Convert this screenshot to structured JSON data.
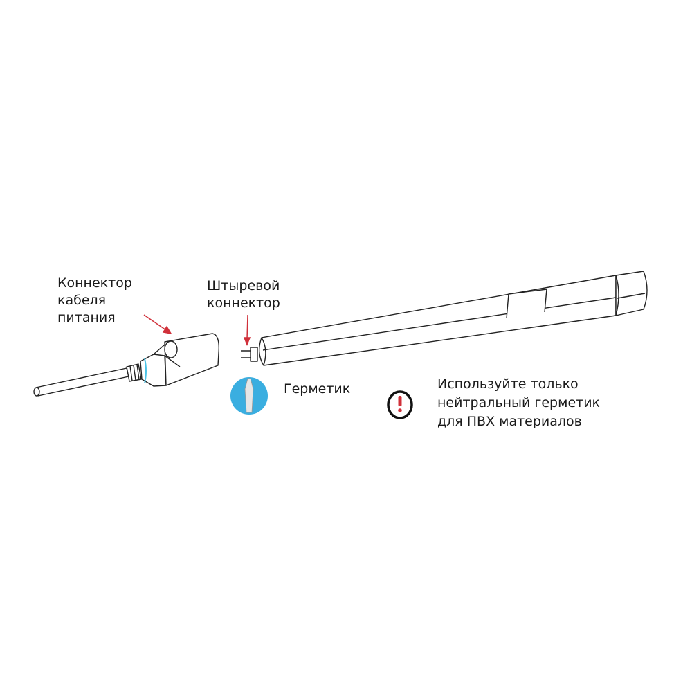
{
  "labels": {
    "power_connector": [
      "Коннектор",
      "кабеля",
      "питания"
    ],
    "pin_connector": [
      "Штыревой",
      "коннектор"
    ],
    "sealant": "Герметик",
    "warning": [
      "Используйте только",
      "нейтральный герметик",
      "для ПВХ материалов"
    ]
  },
  "icons": {
    "sealant": "sealant-tube-icon",
    "warning": "exclamation-icon"
  },
  "colors": {
    "arrow": "#d0303a",
    "sealant_bg": "#3aaee0",
    "seal_ring": "#4cc3e6",
    "line": "#222222"
  }
}
